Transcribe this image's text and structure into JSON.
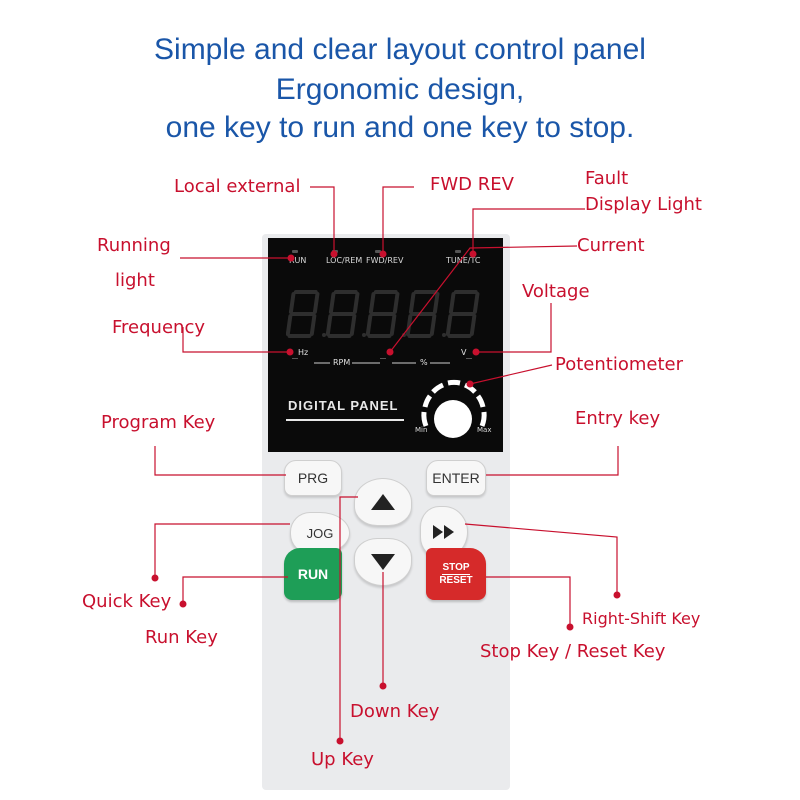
{
  "heading": {
    "line1": "Simple and clear layout control panel",
    "line2": "Ergonomic design,",
    "line3": "one key to run and one key to stop."
  },
  "colors": {
    "heading": "#1a56a8",
    "callout": "#c8102e",
    "run_key": "#1e9e57",
    "stop_key": "#d62a2a",
    "screen": "#0a0a0a"
  },
  "callouts": {
    "local_external": "Local external",
    "fwd_rev": "FWD REV",
    "fault": "Fault",
    "display_light": "Display Light",
    "running": "Running",
    "light": "light",
    "current": "Current",
    "voltage": "Voltage",
    "frequency": "Frequency",
    "potentiometer": "Potentiometer",
    "program_key": "Program Key",
    "entry_key": "Entry key",
    "quick_key": "Quick Key",
    "run_key": "Run Key",
    "right_shift_key": "Right-Shift Key",
    "stop_reset_key": "Stop Key / Reset Key",
    "down_key": "Down Key",
    "up_key": "Up Key"
  },
  "panel": {
    "indicators": {
      "run": "RUN",
      "loc_rem": "LOC/REM",
      "fwd_rev": "FWD/REV",
      "tune_tc": "TUNE/TC"
    },
    "units": {
      "hz": "Hz",
      "rpm": "RPM",
      "percent": "%",
      "v": "V"
    },
    "display_label": "DIGITAL PANEL",
    "pot_min": "Min",
    "pot_max": "Max",
    "keys": {
      "prg": "PRG",
      "enter": "ENTER",
      "jog": "JOG",
      "run": "RUN",
      "stop": "STOP",
      "reset": "RESET",
      "up_icon": "up-arrow-icon",
      "down_icon": "down-arrow-icon",
      "shift_icon": "double-right-arrow-icon"
    }
  }
}
